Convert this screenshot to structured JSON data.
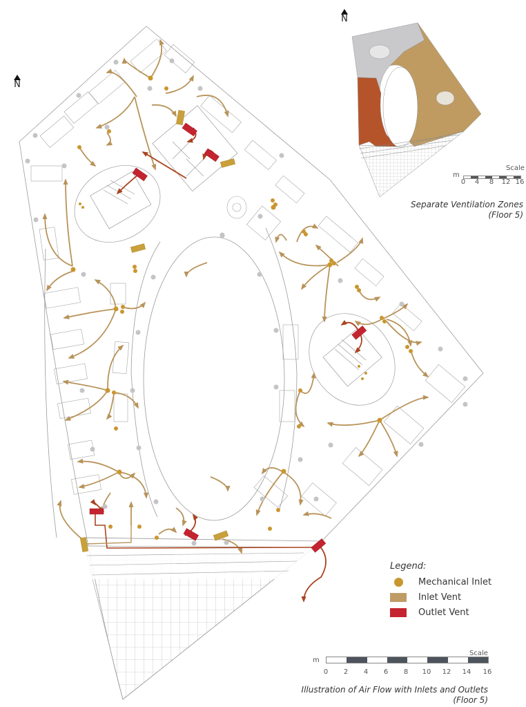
{
  "main_plan": {
    "north_label": "N",
    "caption_line1": "Illustration of Air Flow with Inlets and Outlets",
    "caption_line2": "(Floor 5)",
    "scale": {
      "title": "Scale",
      "unit": "m",
      "ticks": [
        "0",
        "2",
        "4",
        "6",
        "8",
        "10",
        "12",
        "14",
        "16"
      ]
    }
  },
  "inset_plan": {
    "north_label": "N",
    "caption_line1": "Separate Ventilation Zones",
    "caption_line2": "(Floor 5)",
    "scale": {
      "title": "Scale",
      "unit": "m",
      "ticks": [
        "0",
        "4",
        "8",
        "12",
        "16"
      ]
    },
    "zones": [
      {
        "name": "north-zone",
        "color": "#c9c9cb"
      },
      {
        "name": "east-zone",
        "color": "#bf9b62"
      },
      {
        "name": "west-zone",
        "color": "#b5542a"
      }
    ]
  },
  "legend": {
    "title": "Legend:",
    "items": [
      {
        "label": "Mechanical Inlet",
        "symbol": "dot",
        "color": "#c9962f"
      },
      {
        "label": "Inlet Vent",
        "symbol": "rect",
        "color": "#bf9c66"
      },
      {
        "label": "Outlet Vent",
        "symbol": "rect",
        "color": "#c4242f"
      }
    ]
  },
  "colors": {
    "airflow_inlet": "#b8935a",
    "airflow_outlet": "#a8431f",
    "mechanical_inlet": "#c9962f",
    "inlet_vent": "#c9a03a",
    "outlet_vent": "#c4242f",
    "extract_point": "#c4c4c6",
    "linework": "#9a9a9a"
  }
}
